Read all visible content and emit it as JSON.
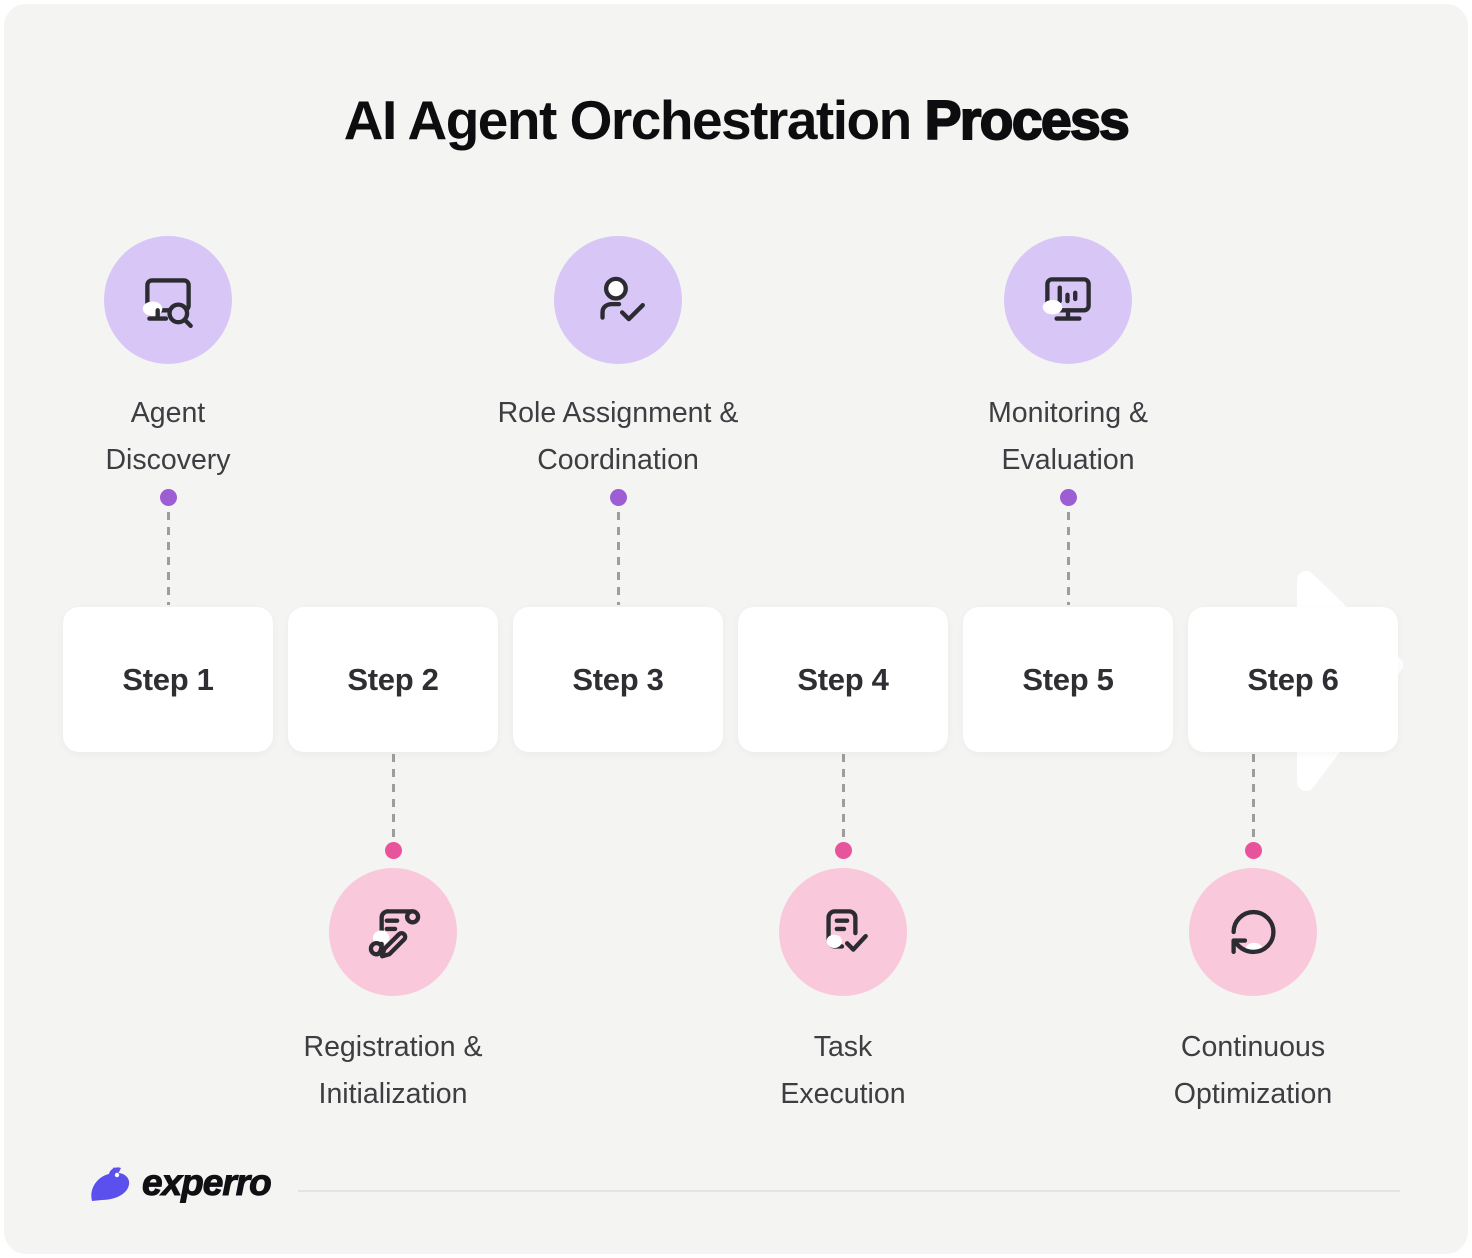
{
  "title": {
    "regular": "AI Agent Orchestration",
    "bold": "Process"
  },
  "cards": [
    {
      "label": "Step 1"
    },
    {
      "label": "Step 2"
    },
    {
      "label": "Step 3"
    },
    {
      "label": "Step 4"
    },
    {
      "label": "Step 5"
    },
    {
      "label": "Step 6"
    }
  ],
  "top_items": [
    {
      "icon": "monitor-search-icon",
      "line1": "Agent",
      "line2": "Discovery"
    },
    {
      "icon": "user-check-icon",
      "line1": "Role Assignment &",
      "line2": "Coordination"
    },
    {
      "icon": "monitor-chart-icon",
      "line1": "Monitoring &",
      "line2": "Evaluation"
    }
  ],
  "bottom_items": [
    {
      "icon": "scroll-edit-icon",
      "line1": "Registration &",
      "line2": "Initialization"
    },
    {
      "icon": "file-check-icon",
      "line1": "Task",
      "line2": "Execution"
    },
    {
      "icon": "refresh-icon",
      "line1": "Continuous",
      "line2": "Optimization"
    }
  ],
  "footer": {
    "brand": "experro"
  },
  "colors": {
    "background": "#f4f4f3",
    "circle_purple": "#d8c6f7",
    "circle_pink": "#f9c8db",
    "dot_purple": "#9c5ed2",
    "dot_pink": "#e8549b",
    "icon_stroke": "#2b2b31",
    "logo_purple": "#5b50ee"
  }
}
